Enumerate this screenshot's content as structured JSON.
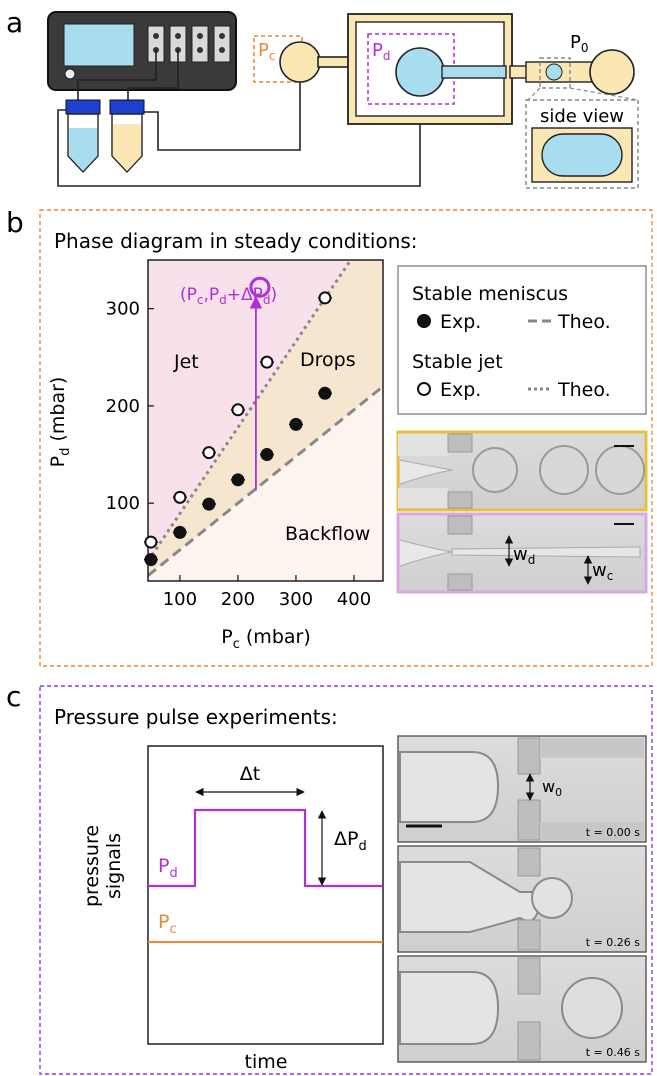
{
  "panel_a": {
    "label": "a",
    "pc_label": "P",
    "pc_sub": "c",
    "pd_label": "P",
    "pd_sub": "d",
    "p0_label": "P",
    "p0_sub": "0",
    "side_view": "side view"
  },
  "panel_b": {
    "label": "b",
    "title": "Phase diagram in steady conditions:",
    "region_jet": "Jet",
    "region_drops": "Drops",
    "region_backflow": "Backflow",
    "annotation": "(P",
    "annotation_c": "c",
    "annotation_mid": ",P",
    "annotation_d": "d",
    "annotation_plus": "+ΔP",
    "annotation_d2": "d",
    "annotation_close": ")",
    "legend": {
      "stable_meniscus": "Stable meniscus",
      "stable_jet": "Stable jet",
      "exp": "Exp.",
      "theo": "Theo."
    },
    "wd_label": "w",
    "wd_sub": "d",
    "wc_label": "w",
    "wc_sub": "c"
  },
  "chart_data": {
    "type": "scatter",
    "xlabel": "P",
    "xlabel_sub": "c",
    "xlabel_unit": " (mbar)",
    "ylabel": "P",
    "ylabel_sub": "d",
    "ylabel_unit": " (mbar)",
    "xlim": [
      45,
      450
    ],
    "ylim": [
      20,
      350
    ],
    "xticks": [
      100,
      200,
      300,
      400
    ],
    "yticks": [
      100,
      200,
      300
    ],
    "series": [
      {
        "name": "Stable meniscus Exp.",
        "marker": "filled",
        "x": [
          50,
          100,
          150,
          200,
          250,
          300,
          350
        ],
        "y": [
          42,
          70,
          99,
          124,
          150,
          181,
          213
        ]
      },
      {
        "name": "Stable jet Exp.",
        "marker": "open",
        "x": [
          50,
          100,
          150,
          200,
          250,
          350
        ],
        "y": [
          60,
          106,
          152,
          196,
          245,
          311
        ]
      }
    ],
    "theory_meniscus": {
      "x": [
        50,
        450
      ],
      "y": [
        28,
        220
      ]
    },
    "theory_jet": {
      "x": [
        50,
        400
      ],
      "y": [
        45,
        355
      ]
    },
    "pulse_arrow": {
      "x": 231,
      "y_start": 113,
      "y_end": 322
    }
  },
  "panel_c": {
    "label": "c",
    "title": "Pressure pulse experiments:",
    "ylabel_line1": "pressure",
    "ylabel_line2": "signals",
    "xlabel": "time",
    "dt_label": "Δt",
    "dpd_label": "ΔP",
    "dpd_sub": "d",
    "pd_label": "P",
    "pd_sub": "d",
    "pc_label": "P",
    "pc_sub": "c",
    "w0_label": "w",
    "w0_sub": "0",
    "times": [
      "t = 0.00 s",
      "t = 0.26 s",
      "t = 0.46 s"
    ]
  },
  "colors": {
    "orange": "#e88a3a",
    "purple": "#b12fd8",
    "cream": "#fbe7b4",
    "cyan": "#a8dcef",
    "jet_region": "#f9e1ec",
    "drops_region": "#f7e6cf",
    "backflow_region": "#fdf3ef"
  }
}
